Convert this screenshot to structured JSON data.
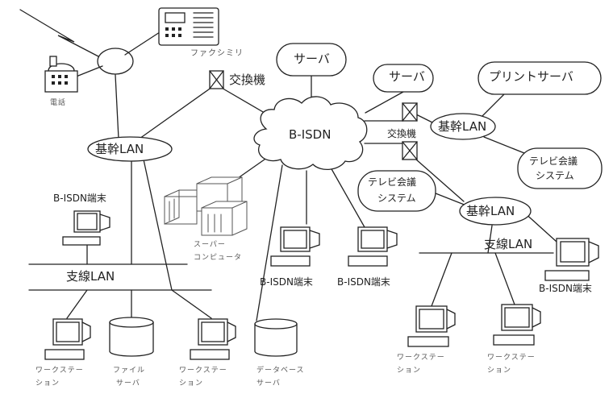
{
  "labels": {
    "facsimile": "ファクシミリ",
    "telephone": "電話",
    "exchange_top": "交換機",
    "exchange_right": "交換機",
    "server_top": "サーバ",
    "server_right": "サーバ",
    "print_server": "プリントサーバ",
    "backbone_lan_left": "基幹LAN",
    "backbone_lan_right_top": "基幹LAN",
    "backbone_lan_right_bottom": "基幹LAN",
    "b_isdn": "B-ISDN",
    "video_conf_right": [
      "テレビ会議",
      "システム"
    ],
    "video_conf_mid": [
      "テレビ会議",
      "システム"
    ],
    "b_isdn_terminal_left": "B-ISDN端末",
    "supercomputer": [
      "スーパー",
      "コンピュータ"
    ],
    "b_isdn_terminal_mid1": "B-ISDN端末",
    "b_isdn_terminal_mid2": "B-ISDN端末",
    "b_isdn_terminal_right": "B-ISDN端末",
    "branch_lan_left": "支線LAN",
    "branch_lan_right": "支線LAN",
    "workstation_1": [
      "ワークステー",
      "ション"
    ],
    "file_server": [
      "ファイル",
      "サーバ"
    ],
    "workstation_2": [
      "ワークステー",
      "ション"
    ],
    "database_server": [
      "データベース",
      "サーバ"
    ],
    "workstation_3": [
      "ワークステー",
      "ション"
    ],
    "workstation_4": [
      "ワークステー",
      "ション"
    ]
  },
  "colors": {
    "ink": "#222222",
    "faint": "#555555",
    "background": "#ffffff"
  }
}
